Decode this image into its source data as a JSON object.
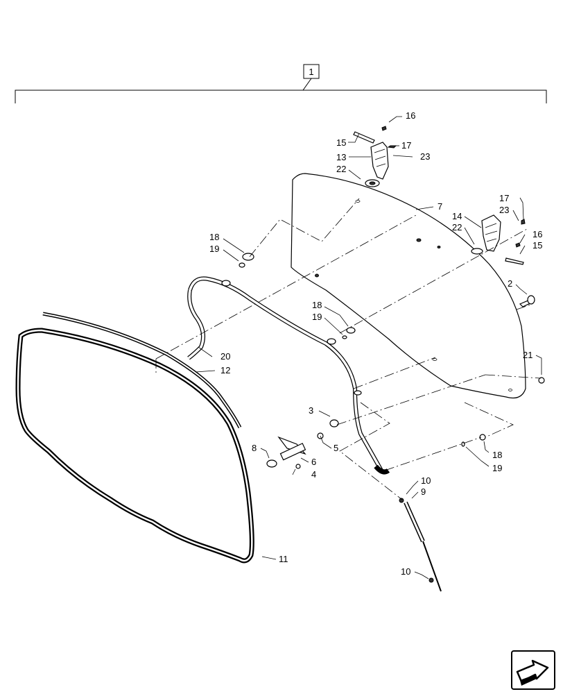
{
  "assembly_label": "1",
  "callouts": [
    {
      "id": "c16a",
      "text": "16"
    },
    {
      "id": "c15a",
      "text": "15"
    },
    {
      "id": "c17a",
      "text": "17"
    },
    {
      "id": "c13",
      "text": "13"
    },
    {
      "id": "c23a",
      "text": "23"
    },
    {
      "id": "c22a",
      "text": "22"
    },
    {
      "id": "c7",
      "text": "7"
    },
    {
      "id": "c17b",
      "text": "17"
    },
    {
      "id": "c23b",
      "text": "23"
    },
    {
      "id": "c14",
      "text": "14"
    },
    {
      "id": "c22b",
      "text": "22"
    },
    {
      "id": "c16b",
      "text": "16"
    },
    {
      "id": "c15b",
      "text": "15"
    },
    {
      "id": "c18a",
      "text": "18"
    },
    {
      "id": "c19a",
      "text": "19"
    },
    {
      "id": "c2",
      "text": "2"
    },
    {
      "id": "c18b",
      "text": "18"
    },
    {
      "id": "c19b",
      "text": "19"
    },
    {
      "id": "c20",
      "text": "20"
    },
    {
      "id": "c12",
      "text": "12"
    },
    {
      "id": "c21",
      "text": "21"
    },
    {
      "id": "c3",
      "text": "3"
    },
    {
      "id": "c5",
      "text": "5"
    },
    {
      "id": "c8",
      "text": "8"
    },
    {
      "id": "c6",
      "text": "6"
    },
    {
      "id": "c4",
      "text": "4"
    },
    {
      "id": "c18c",
      "text": "18"
    },
    {
      "id": "c19c",
      "text": "19"
    },
    {
      "id": "c10a",
      "text": "10"
    },
    {
      "id": "c9",
      "text": "9"
    },
    {
      "id": "c11",
      "text": "11"
    },
    {
      "id": "c10b",
      "text": "10"
    }
  ],
  "nav_icon": "arrow-icon"
}
